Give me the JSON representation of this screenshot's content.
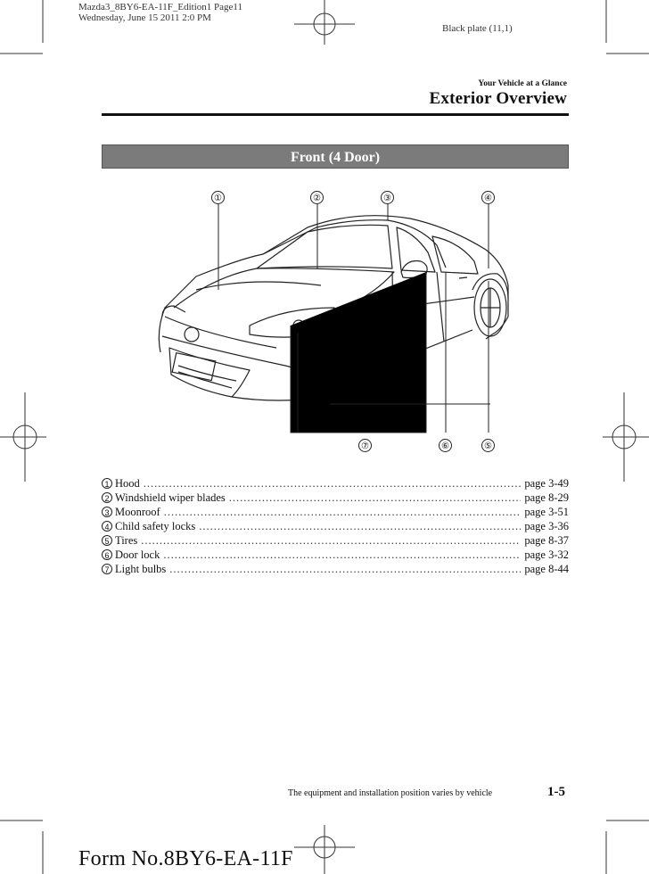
{
  "print_meta": {
    "line1": "Mazda3_8BY6-EA-11F_Edition1 Page11",
    "line2": "Wednesday, June 15 2011 2:0 PM",
    "plate": "Black plate (11,1)"
  },
  "header": {
    "section": "Your Vehicle at a Glance",
    "title": "Exterior Overview"
  },
  "banner": "Front (4 Door)",
  "callouts": [
    "①",
    "②",
    "③",
    "④",
    "⑤",
    "⑥",
    "⑦"
  ],
  "items": [
    {
      "num": "1",
      "label": "Hood",
      "page": "page 3-49"
    },
    {
      "num": "2",
      "label": "Windshield wiper blades",
      "page": "page 8-29"
    },
    {
      "num": "3",
      "label": "Moonroof",
      "page": "page 3-51"
    },
    {
      "num": "4",
      "label": "Child safety locks",
      "page": "page 3-36"
    },
    {
      "num": "5",
      "label": "Tires",
      "page": "page 8-37"
    },
    {
      "num": "6",
      "label": "Door lock",
      "page": "page 3-32"
    },
    {
      "num": "7",
      "label": "Light bulbs",
      "page": "page 8-44"
    }
  ],
  "footer": {
    "note": "The equipment and installation position varies by vehicle",
    "page_number": "1-5",
    "form": "Form No.8BY6-EA-11F"
  }
}
